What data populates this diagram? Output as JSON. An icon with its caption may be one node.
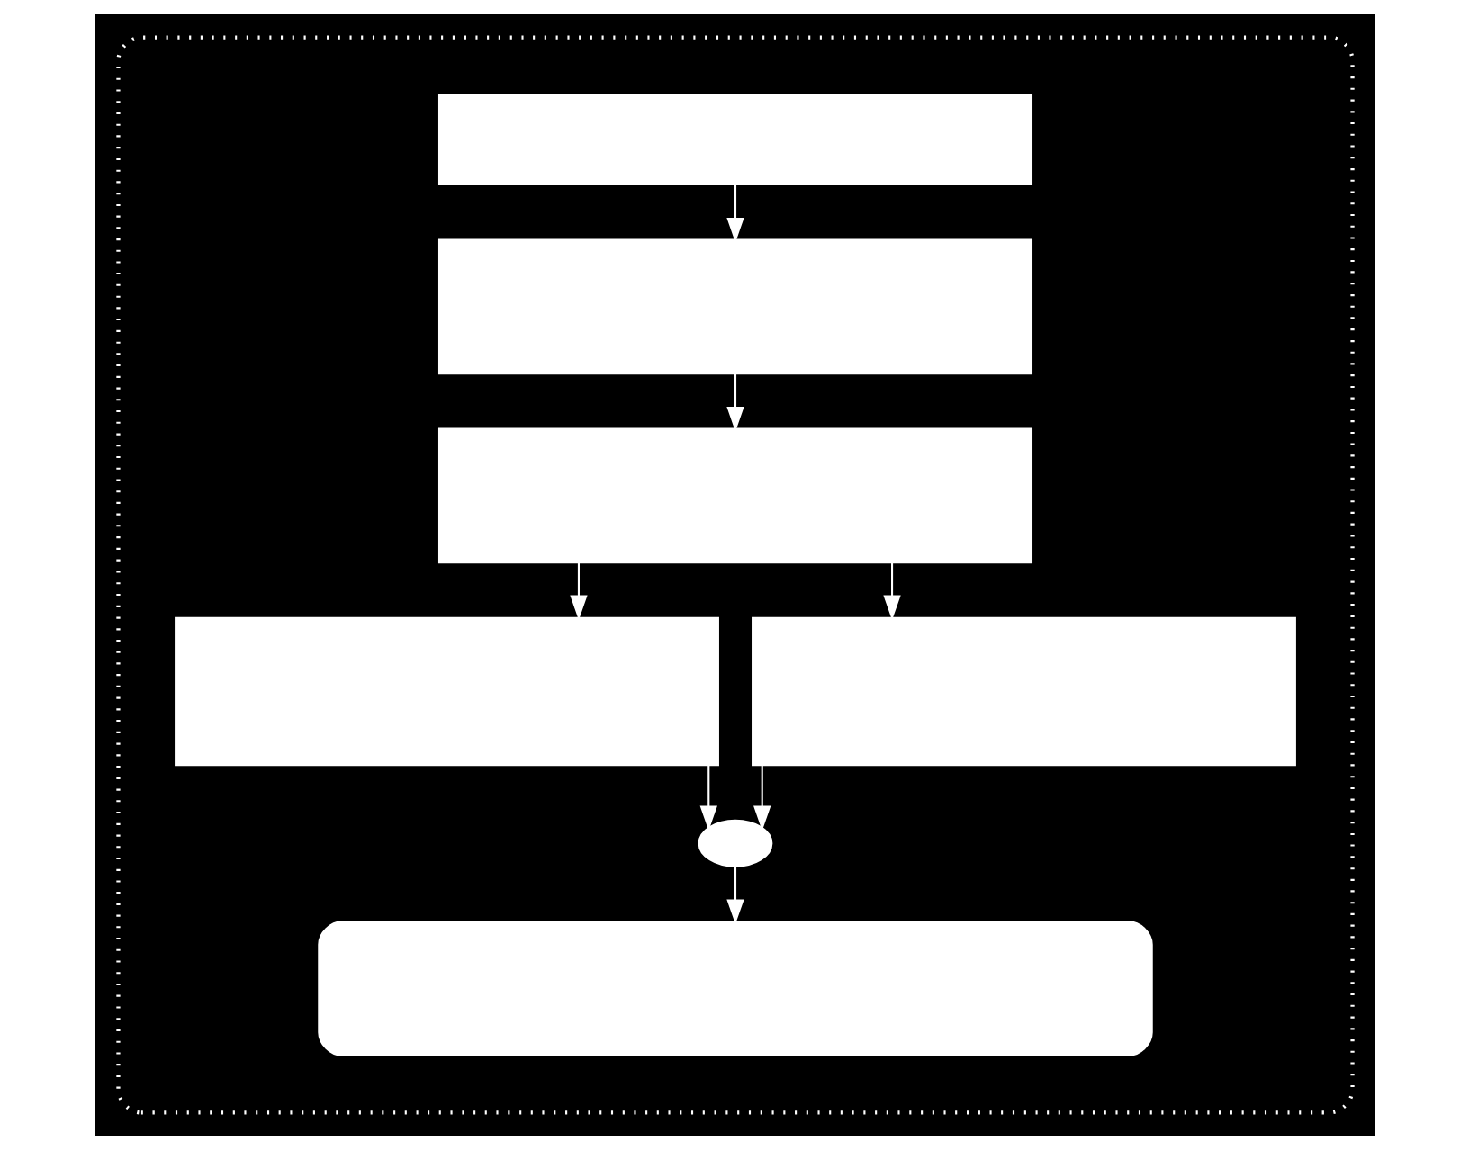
{
  "diagram": {
    "nodes": [
      {
        "text": [],
        "shape": "box"
      },
      {
        "text": [],
        "shape": "box",
        "in": 0
      },
      {
        "text": [],
        "shape": "box",
        "in": 0
      },
      {
        "text": [],
        "shape": "box",
        "in": 0
      },
      {
        "text": [],
        "shape": "box",
        "in": 0
      },
      {
        "text": [],
        "shape": "box",
        "in": 0
      },
      {
        "text": [],
        "shape": "ellipse",
        "in": 0
      },
      {
        "text": [],
        "shape": "box",
        "in": 0
      }
    ],
    "edges": [
      {
        "from": 1,
        "to": 2,
        "arrow": "to"
      },
      {
        "from": 2,
        "to": 3,
        "arrow": "to"
      },
      {
        "from": 3,
        "to": 4,
        "arrow": "to"
      },
      {
        "from": 3,
        "to": 5,
        "arrow": "to"
      },
      {
        "from": 4,
        "to": 6,
        "arrow": "to"
      },
      {
        "from": 5,
        "to": 6,
        "arrow": "to"
      },
      {
        "from": 6,
        "to": 7,
        "arrow": "to"
      }
    ]
  }
}
